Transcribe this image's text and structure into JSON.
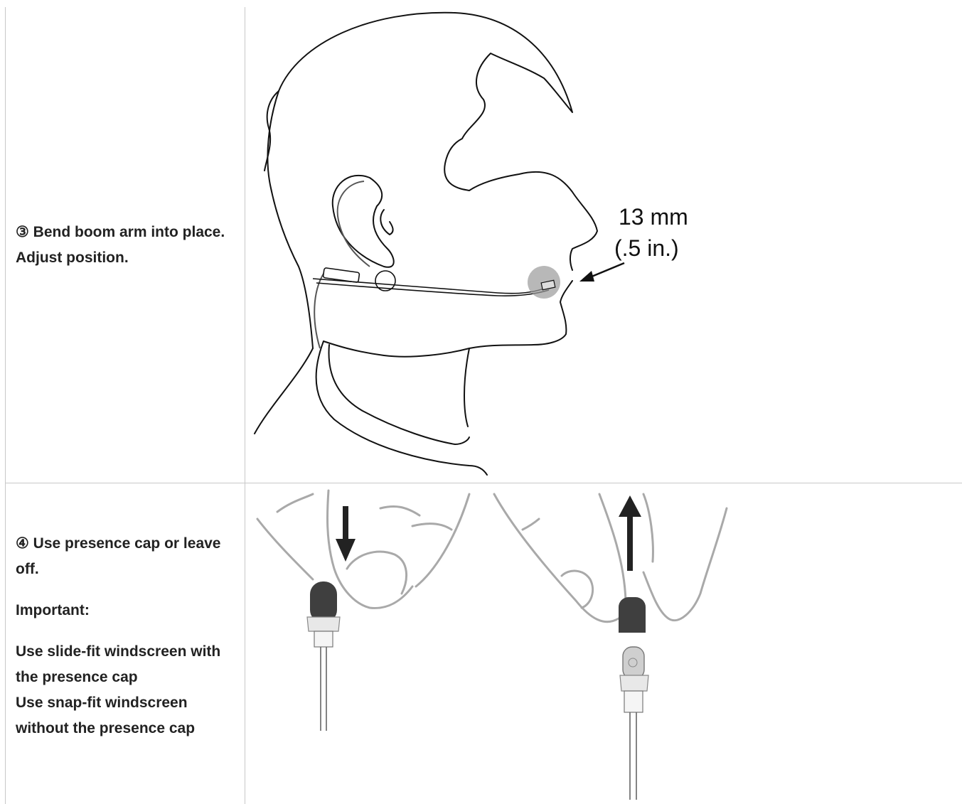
{
  "steps": [
    {
      "label": "③ Bend boom arm into place. Adjust position.",
      "figure": {
        "measurement_line1": "13 mm",
        "measurement_line2": "(.5 in.)"
      }
    },
    {
      "label": "④ Use presence cap or leave off.",
      "note_heading": "Important:",
      "note_line1": "Use slide-fit windscreen with the presence cap",
      "note_line2": "Use snap-fit windscreen without the presence cap"
    }
  ],
  "colors": {
    "line_art": "#111111",
    "finger_line": "#a9a9a9",
    "cap_dark": "#3f3f3f",
    "grid_line": "#c8c8c8"
  }
}
